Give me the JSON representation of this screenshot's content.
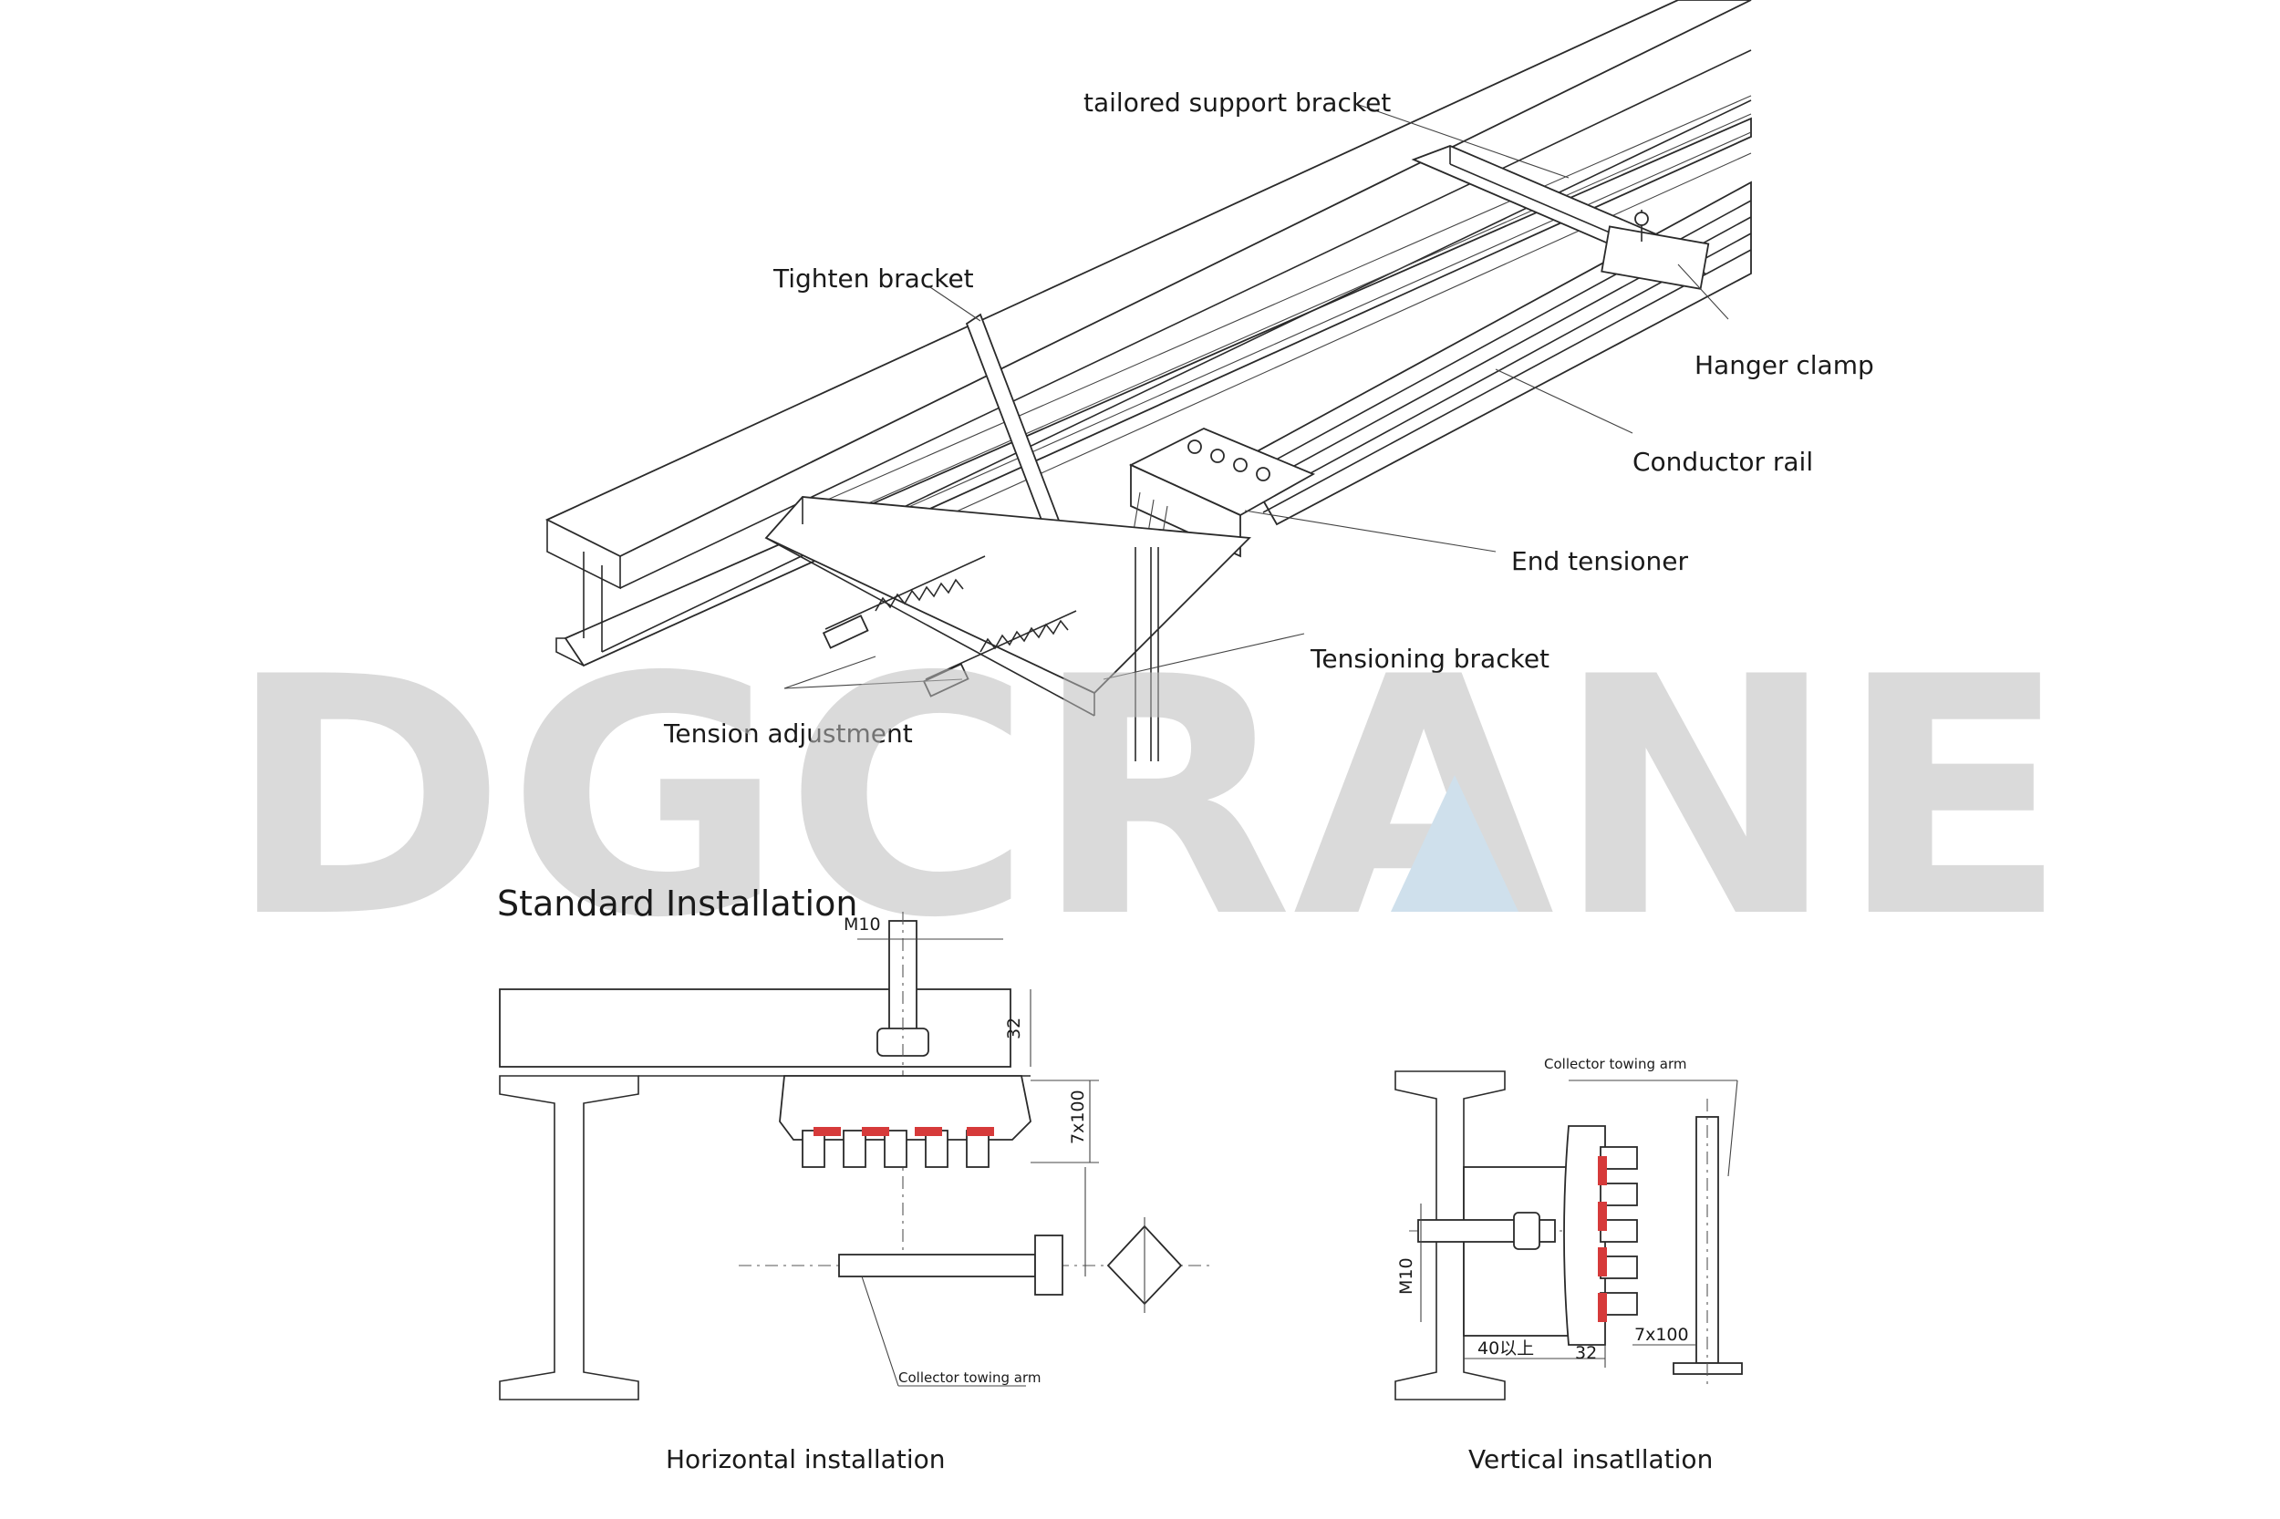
{
  "watermark": {
    "text": "DGCRANE"
  },
  "labels": {
    "tailored_support_bracket": "tailored support bracket",
    "tighten_bracket": "Tighten bracket",
    "hanger_clamp": "Hanger clamp",
    "conductor_rail": "Conductor rail",
    "end_tensioner": "End tensioner",
    "tensioning_bracket": "Tensioning bracket",
    "tension_adjustment": "Tension adjustment"
  },
  "section_title": "Standard Installation",
  "horizontal": {
    "caption": "Horizontal installation",
    "bolt": "M10",
    "dim_32": "32",
    "dim_7x100": "7x100",
    "towing_arm": "Collector towing arm"
  },
  "vertical": {
    "caption": "Vertical insatllation",
    "towing_arm": "Collector towing arm",
    "bolt": "M10",
    "dim_40": "40以上",
    "dim_32": "32",
    "dim_7x100": "7x100"
  },
  "colors": {
    "conductor": "#d63a3a",
    "watermark": "#bdbdbd",
    "watermark_accent": "#cfe0ec"
  }
}
